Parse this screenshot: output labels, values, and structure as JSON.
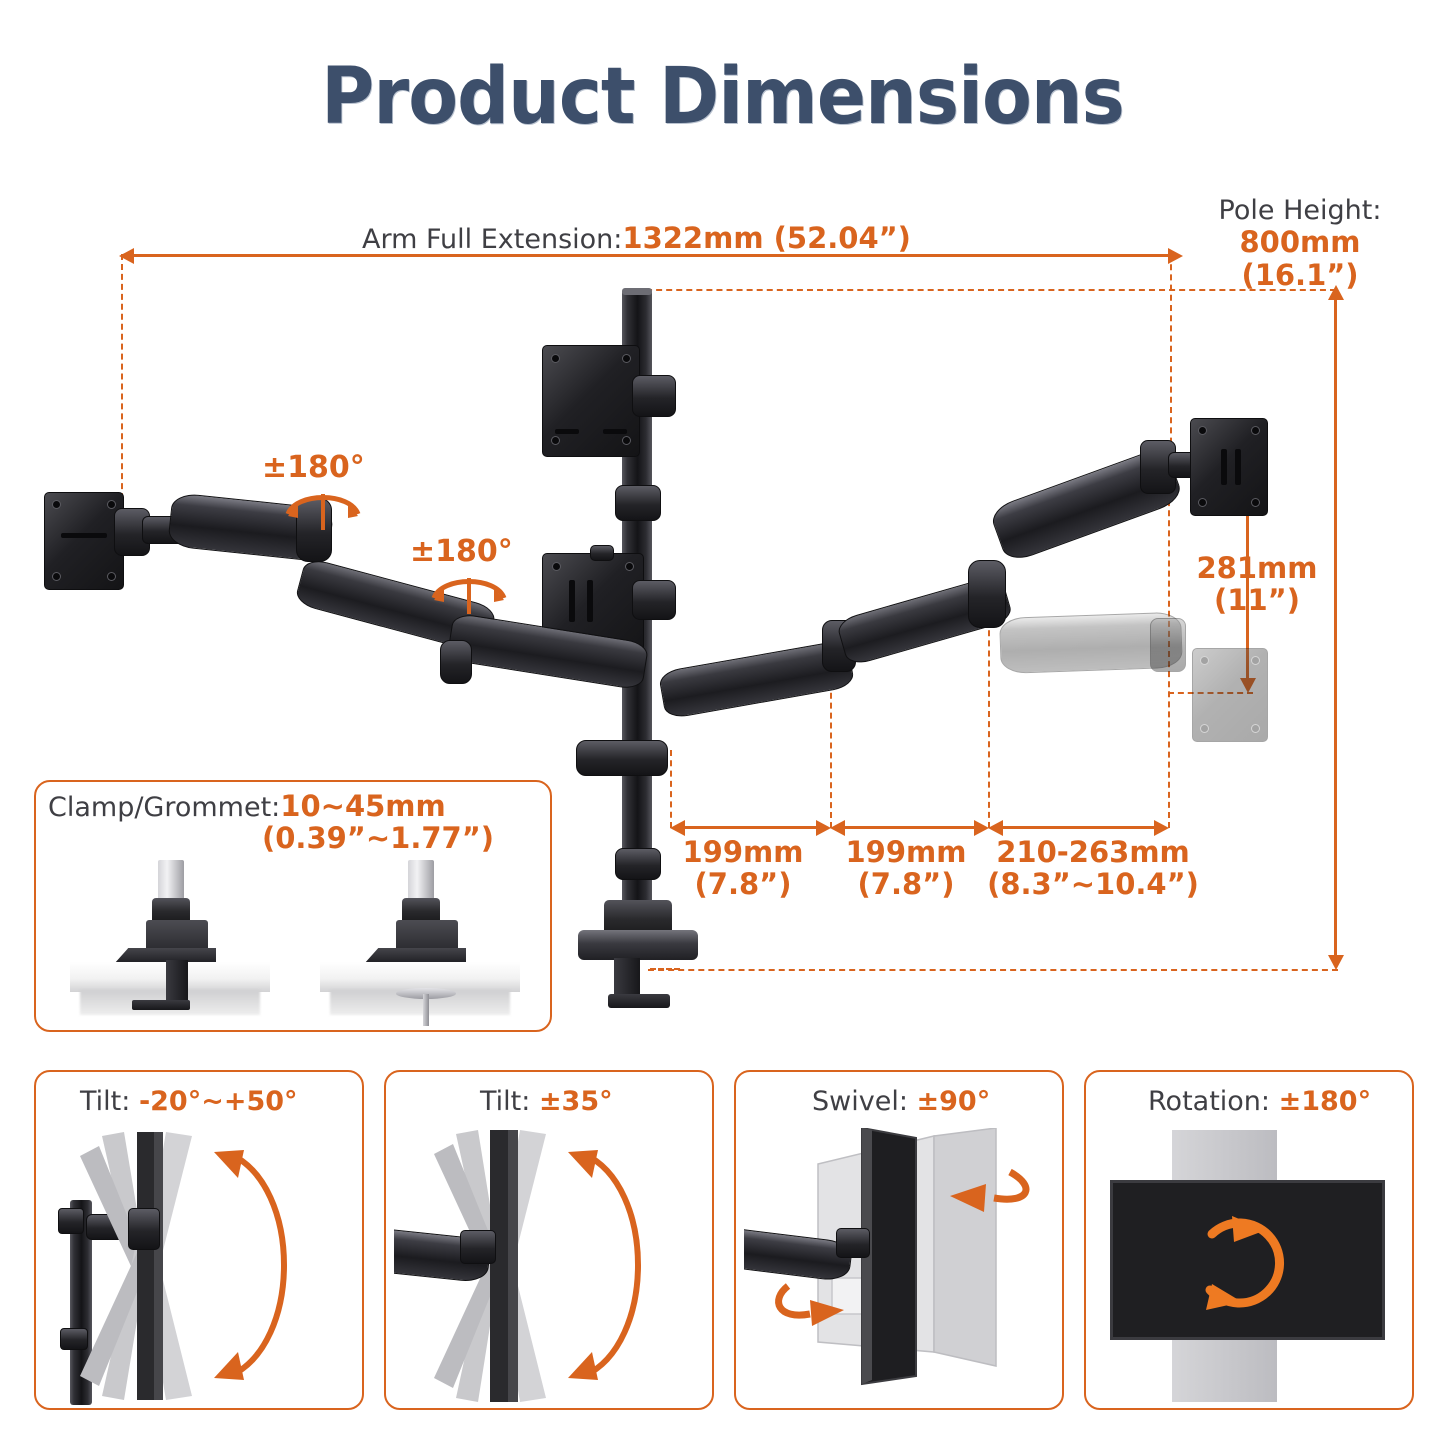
{
  "page": {
    "title": "Product Dimensions",
    "title_color": "#3d4f6b",
    "accent_color": "#d9641e",
    "label_color": "#3f3f44"
  },
  "diagram": {
    "arm_extension": {
      "label": "Arm Full Extension:",
      "value": "1322mm (52.04”)"
    },
    "pole_height": {
      "label": "Pole Height:",
      "value_mm": "800mm",
      "value_in": "(16.1”)"
    },
    "vertical_travel": {
      "value_mm": "281mm",
      "value_in": "(11”)"
    },
    "rotation_top_left": "±180°",
    "rotation_mid": "±180°",
    "spans": [
      {
        "value_mm": "199mm",
        "value_in": "(7.8”)"
      },
      {
        "value_mm": "199mm",
        "value_in": "(7.8”)"
      },
      {
        "value_mm": "210-263mm",
        "value_in": "(8.3”~10.4”)"
      }
    ]
  },
  "clamp_panel": {
    "label": "Clamp/Grommet:",
    "value_mm": "10~45mm",
    "value_in": "(0.39”~1.77”)"
  },
  "motion_panels": [
    {
      "label": "Tilt: ",
      "value": "-20°~+50°",
      "name": "tilt-head"
    },
    {
      "label": "Tilt: ",
      "value": "±35°",
      "name": "tilt-arm"
    },
    {
      "label": "Swivel: ",
      "value": "±90°",
      "name": "swivel"
    },
    {
      "label": "Rotation: ",
      "value": "±180°",
      "name": "rotation"
    }
  ]
}
